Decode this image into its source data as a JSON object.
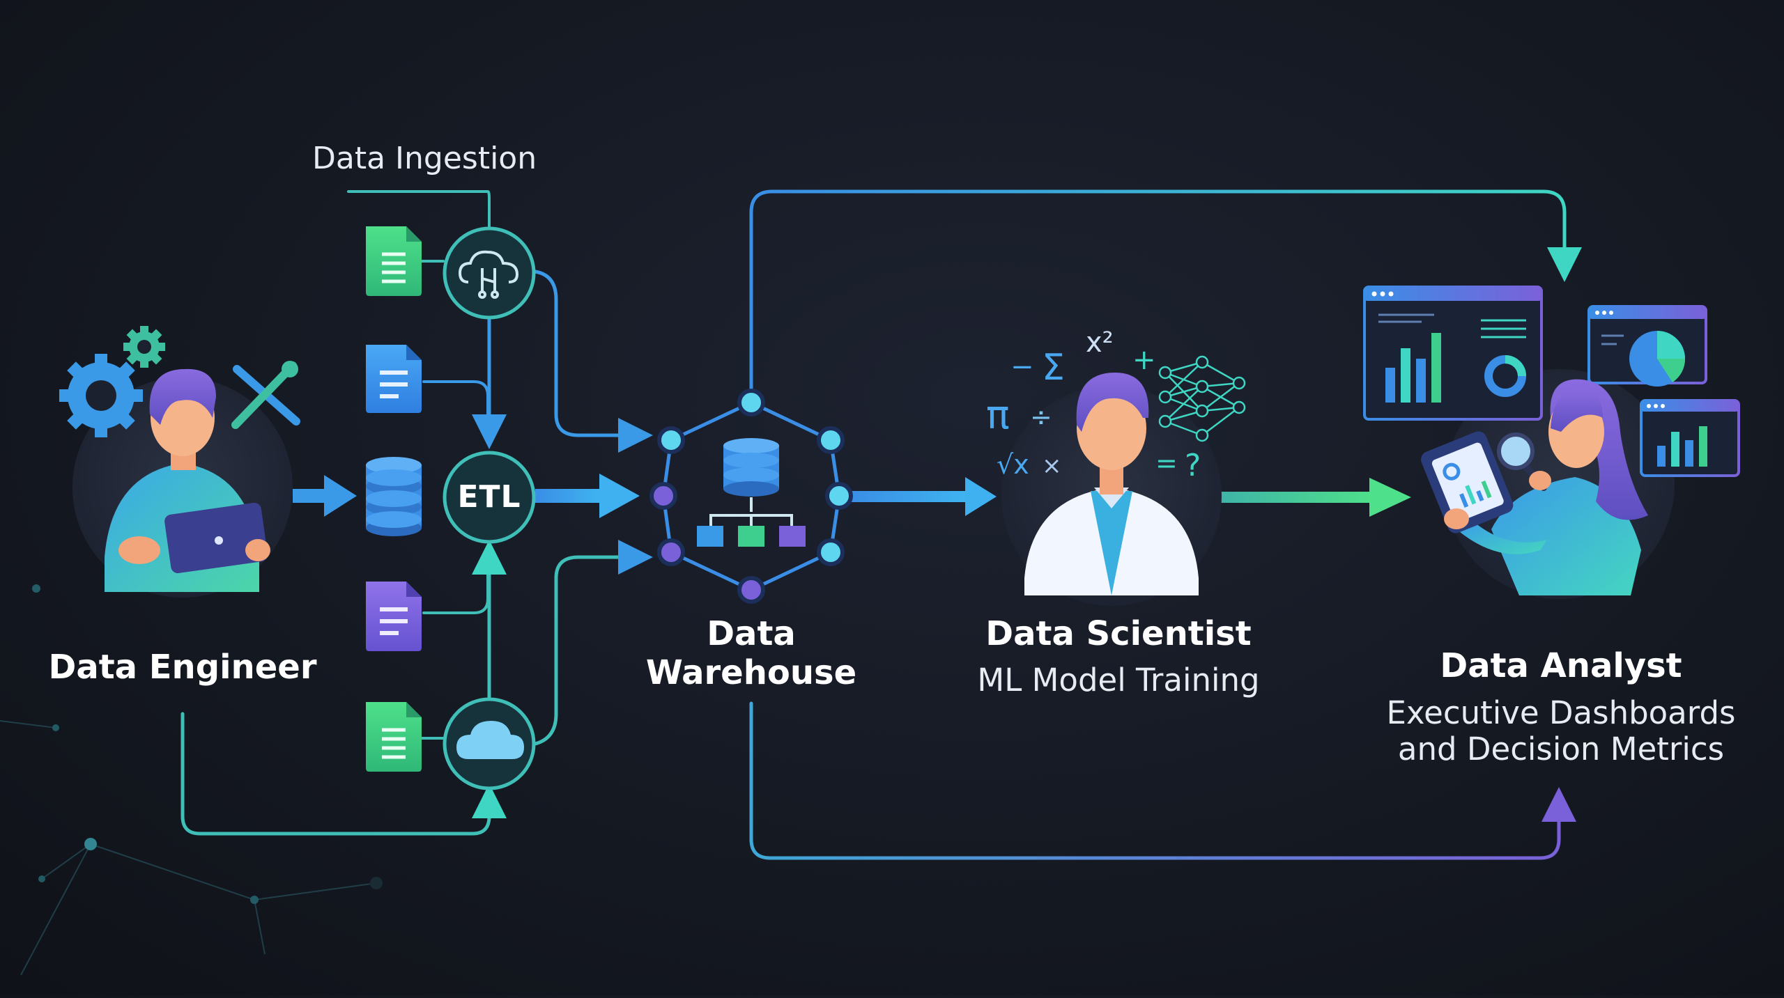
{
  "labels": {
    "ingestion": "Data Ingestion",
    "etl": "ETL",
    "engineer": "Data Engineer",
    "warehouse_line1": "Data",
    "warehouse_line2": "Warehouse",
    "scientist": "Data Scientist",
    "scientist_sub": "ML Model Training",
    "analyst": "Data Analyst",
    "analyst_sub_line1": "Executive Dashboards",
    "analyst_sub_line2": "and Decision Metrics"
  },
  "math_symbols": [
    "−",
    "Σ",
    "x²",
    "+",
    "π",
    "÷",
    "√x",
    "×",
    "=",
    "?"
  ],
  "colors": {
    "background": "#151922",
    "teal": "#3fd6c4",
    "blue": "#3a8ee6",
    "green": "#3ecf8e",
    "purple": "#7b61d9",
    "cyan": "#5fd6f0",
    "node_fill": "#16323a"
  },
  "icons": {
    "engineer_tools": [
      "gear-icon",
      "wrench-icon"
    ],
    "sources": [
      "spreadsheet-icon",
      "document-icon",
      "database-icon",
      "document-icon",
      "spreadsheet-icon"
    ],
    "nodes": [
      "cloud-network-icon",
      "etl-node",
      "cloud-icon"
    ],
    "warehouse": "database-network-icon",
    "scientist": "neural-network-icon",
    "analyst": [
      "dashboard-icon",
      "pie-chart-icon",
      "bar-chart-icon",
      "magnifier-icon"
    ]
  }
}
